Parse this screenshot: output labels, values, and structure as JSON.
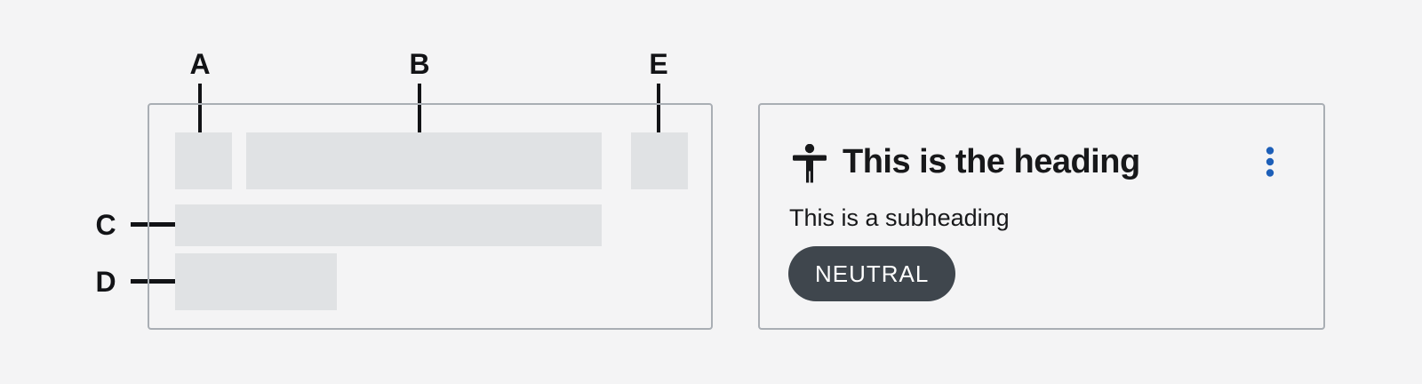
{
  "anatomy_labels": {
    "a": "A",
    "b": "B",
    "c": "C",
    "d": "D",
    "e": "E"
  },
  "example_card": {
    "heading": "This is the heading",
    "subheading": "This is a subheading",
    "badge_label": "NEUTRAL",
    "leading_icon": "accessibility-person-icon",
    "menu_icon": "kebab-menu-icon"
  },
  "colors": {
    "page_bg": "#f4f4f5",
    "card_border": "#a9aeb4",
    "placeholder_fill": "#e0e2e4",
    "annotation_ink": "#121316",
    "text_ink": "#17181a",
    "badge_bg": "#3f464d",
    "badge_text": "#ffffff",
    "menu_accent": "#1d5fb8"
  }
}
